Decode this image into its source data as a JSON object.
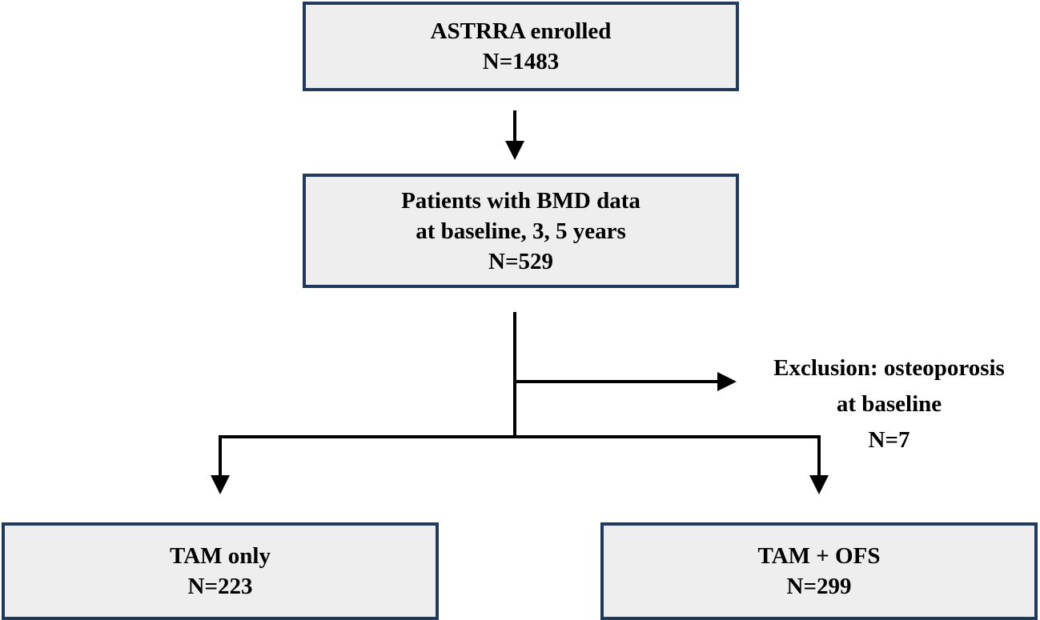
{
  "flowchart": {
    "enrolled": {
      "title": "ASTRRA enrolled",
      "count": "N=1483"
    },
    "bmd": {
      "line1": "Patients with BMD data",
      "line2": "at baseline, 3, 5 years",
      "count": "N=529"
    },
    "exclusion": {
      "line1": "Exclusion: osteoporosis",
      "line2": "at baseline",
      "count": "N=7"
    },
    "tam_only": {
      "title": "TAM only",
      "count": "N=223"
    },
    "tam_ofs": {
      "title": "TAM + OFS",
      "count": "N=299"
    }
  },
  "colors": {
    "box_border": "#1f3a5a",
    "box_fill": "#eeeeee",
    "arrow": "#000000"
  }
}
